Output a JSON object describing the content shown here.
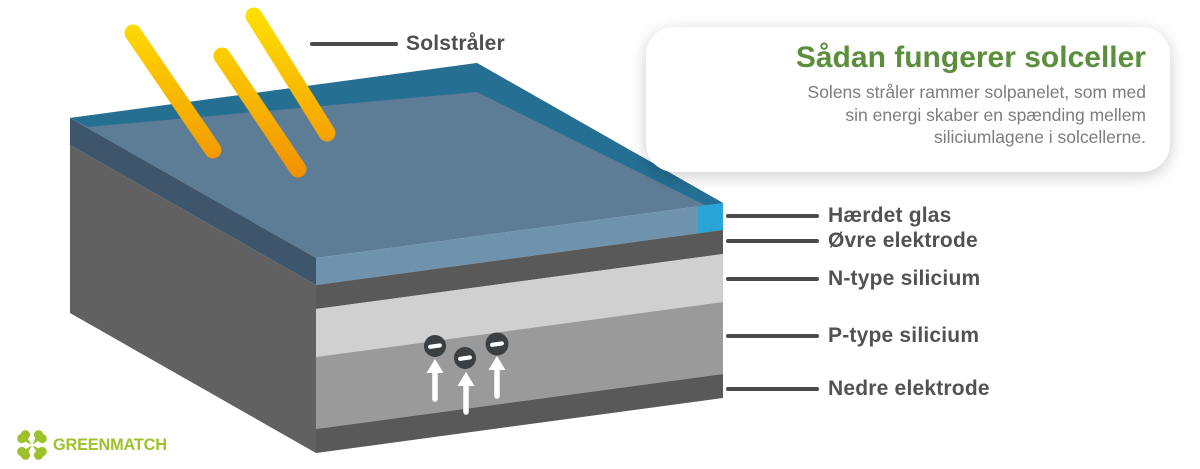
{
  "callout_card": {
    "title": "Sådan fungerer solceller",
    "title_color": "#5b8e3d",
    "body_color": "#7c7c7c",
    "body_lines": [
      "Solens stråler rammer solpanelet, som med",
      "sin energi skaber en spænding mellem",
      "siliciumlagene i solcellerne."
    ]
  },
  "sun": {
    "label": "Solstråler",
    "ray_count": 3,
    "ray_color_top": "#FFE100",
    "ray_color_bottom": "#F29000"
  },
  "panel": {
    "layers": [
      {
        "name": "Hærdet glas",
        "color": "#6F93AD"
      },
      {
        "name": "Øvre elektrode",
        "color": "#595959"
      },
      {
        "name": "N-type silicium",
        "color": "#D0D0D0"
      },
      {
        "name": "P-type silicium",
        "color": "#9A9A9A"
      },
      {
        "name": "Nedre elektrode",
        "color": "#595959"
      }
    ],
    "glass": {
      "top_color": "#5D7C95",
      "frame_color": "#256F93",
      "left_color": "#3D566B",
      "edge_highlight": "#2AA4D6"
    },
    "side_color": "#616161",
    "electron_color": "#3B3F42",
    "electron_symbol": "−",
    "electron_count": 3,
    "arrow_color": "#FFFFFF"
  },
  "pointer_line_color": "#4A4A4A",
  "brand": {
    "name": "GREENMATCH",
    "color": "#9DC22C"
  }
}
